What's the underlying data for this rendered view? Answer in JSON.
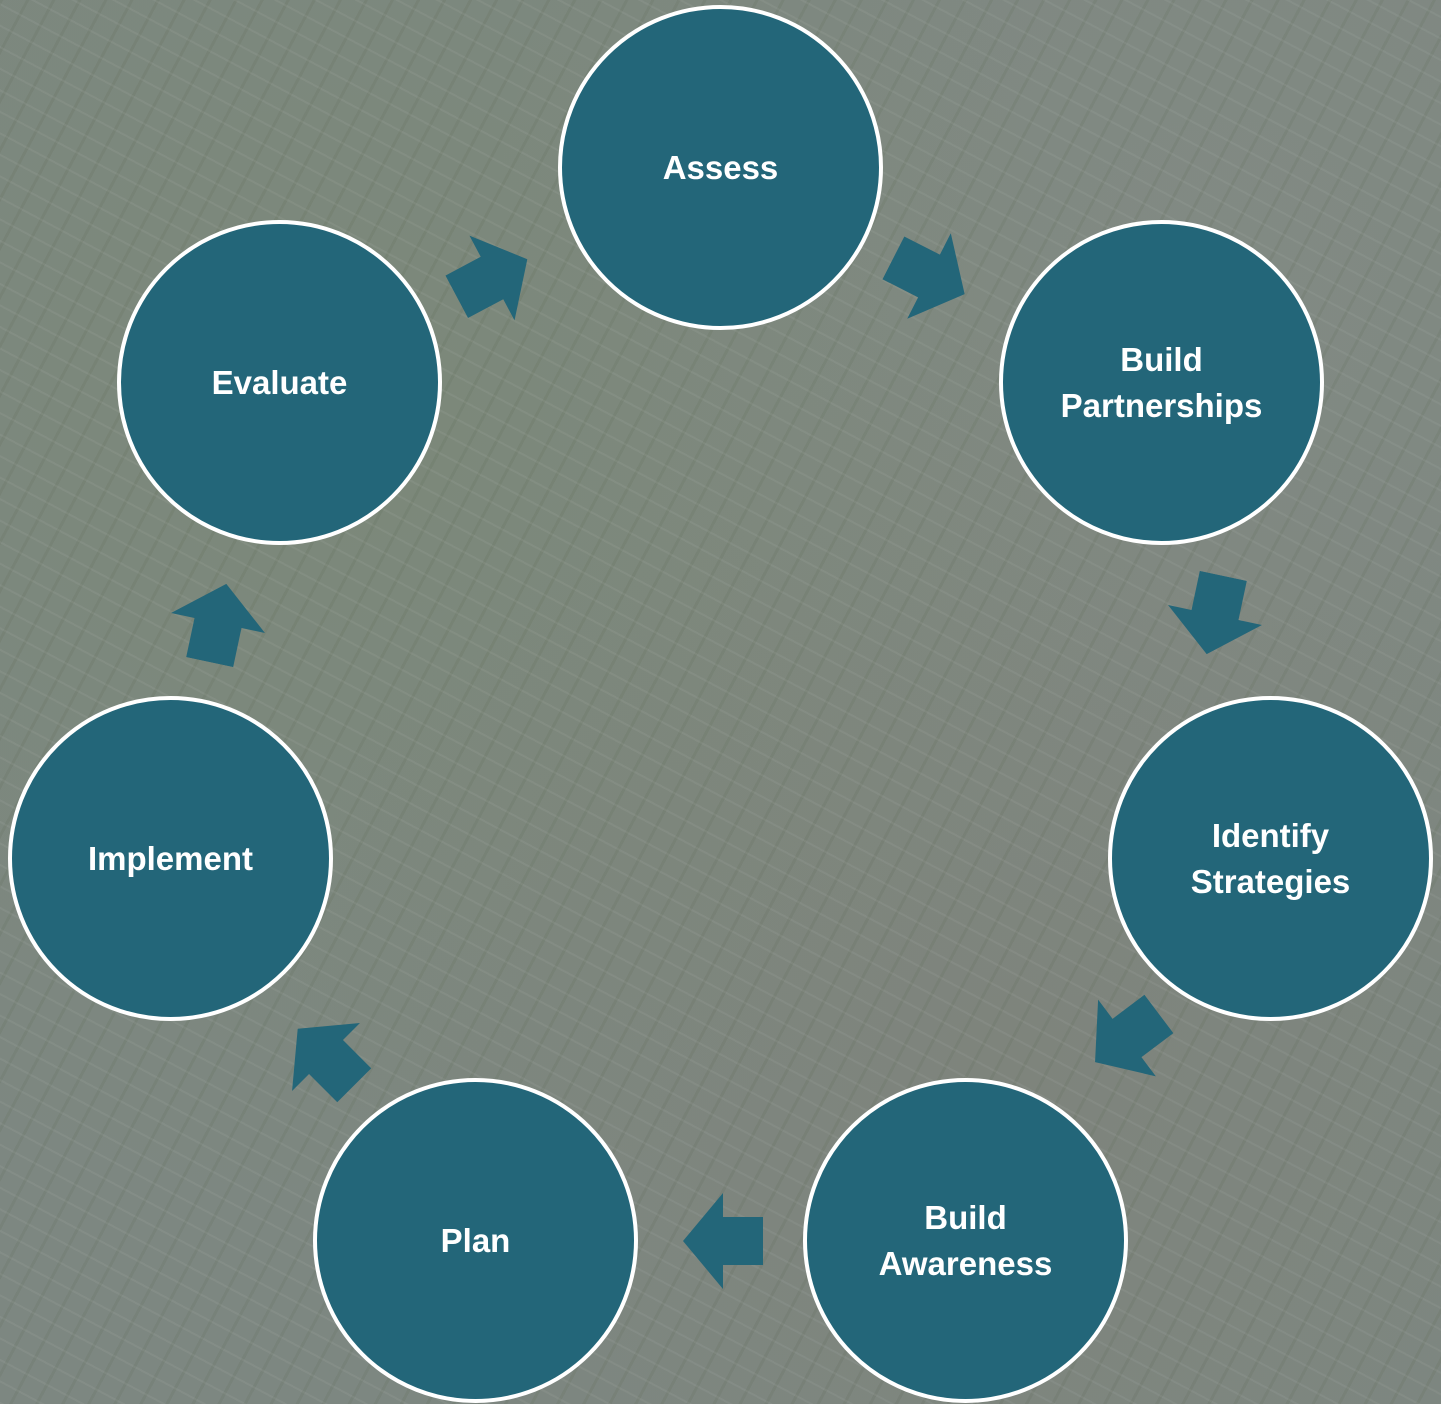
{
  "diagram": {
    "type": "cycle",
    "node_color": "#236679",
    "node_border_color": "#ffffff",
    "arrow_color": "#236679",
    "label_color": "#ffffff",
    "background": "aerial-city-photo",
    "nodes": [
      {
        "label": "Assess"
      },
      {
        "label": "Build\nPartnerships"
      },
      {
        "label": "Identify\nStrategies"
      },
      {
        "label": "Build\nAwareness"
      },
      {
        "label": "Plan"
      },
      {
        "label": "Implement"
      },
      {
        "label": "Evaluate"
      }
    ],
    "arrow_icon": "block-arrow-icon"
  }
}
